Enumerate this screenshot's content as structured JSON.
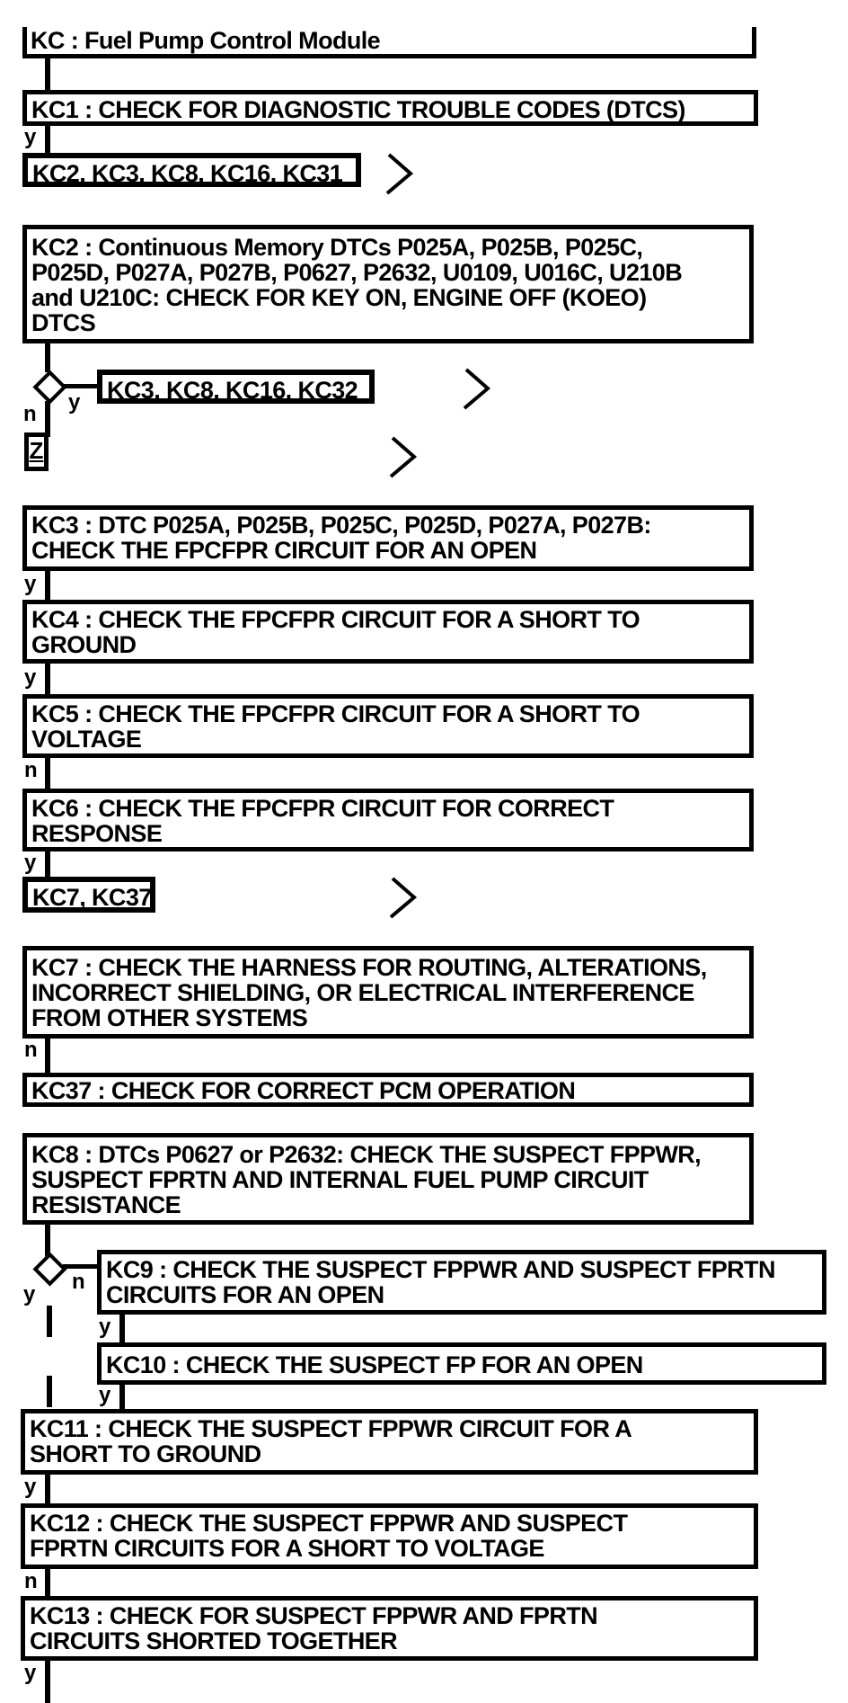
{
  "diagram": {
    "title": "KC : Fuel Pump Control Module",
    "branch_yes": "y",
    "branch_no": "n",
    "connector_z": "Z",
    "chevron_icon": "continue-chevron",
    "colors": {
      "ink": "#000000",
      "background": "#ffffff"
    },
    "nodes": {
      "kc1": "KC1 : CHECK FOR DIAGNOSTIC TROUBLE CODES (DTCS)",
      "kc_ref_list_1": "KC2, KC3, KC8, KC16, KC31",
      "kc2": "KC2 : Continuous Memory DTCs P025A, P025B, P025C,\nP025D, P027A, P027B, P0627, P2632, U0109, U016C, U210B\nand U210C: CHECK FOR KEY ON, ENGINE OFF (KOEO)\nDTCS",
      "kc_ref_list_2": "KC3, KC8, KC16, KC32",
      "kc3": "KC3 : DTC P025A, P025B, P025C, P025D, P027A, P027B:\nCHECK THE FPCFPR CIRCUIT FOR AN OPEN",
      "kc4": "KC4 : CHECK THE FPCFPR CIRCUIT FOR A SHORT TO\nGROUND",
      "kc5": "KC5 : CHECK THE FPCFPR CIRCUIT FOR A SHORT TO\nVOLTAGE",
      "kc6": "KC6 : CHECK THE FPCFPR CIRCUIT FOR CORRECT\nRESPONSE",
      "kc_ref_list_3": "KC7, KC37",
      "kc7": "KC7 : CHECK THE HARNESS FOR ROUTING, ALTERATIONS,\nINCORRECT SHIELDING, OR ELECTRICAL INTERFERENCE\nFROM OTHER SYSTEMS",
      "kc37": "KC37 : CHECK FOR CORRECT PCM OPERATION",
      "kc8": "KC8 : DTCs P0627 or P2632: CHECK THE SUSPECT FPPWR,\nSUSPECT FPRTN AND INTERNAL FUEL PUMP CIRCUIT\nRESISTANCE",
      "kc9": "KC9 : CHECK THE SUSPECT FPPWR AND SUSPECT FPRTN\nCIRCUITS FOR AN OPEN",
      "kc10": "KC10 : CHECK THE SUSPECT FP FOR AN OPEN",
      "kc11": "KC11 : CHECK THE SUSPECT FPPWR CIRCUIT FOR A\nSHORT TO GROUND",
      "kc12": "KC12 : CHECK THE SUSPECT FPPWR AND SUSPECT\nFPRTN CIRCUITS FOR A SHORT TO VOLTAGE",
      "kc13": "KC13 : CHECK FOR SUSPECT FPPWR AND FPRTN\nCIRCUITS SHORTED TOGETHER"
    }
  }
}
